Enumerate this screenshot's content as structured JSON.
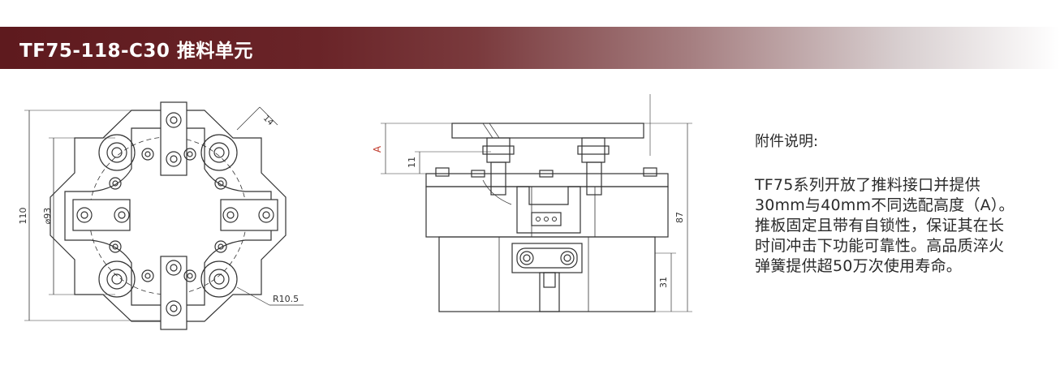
{
  "header": {
    "title": "TF75-118-C30 推料单元"
  },
  "top_view": {
    "dim_overall_height": "110",
    "dim_circle_diameter": "⌀93",
    "dim_corner": "14",
    "dim_radius": "R10.5"
  },
  "side_view": {
    "dim_a": "A",
    "dim_11": "11",
    "dim_87": "87",
    "dim_31": "31"
  },
  "notes": {
    "heading": "附件说明:",
    "body": "TF75系列开放了推料接口并提供30mm与40mm不同选配高度（A）。推板固定且带有自锁性，保证其在长时间冲击下功能可靠性。高品质淬火弹簧提供超50万次使用寿命。"
  },
  "colors": {
    "title_bar": "#5e1a1e",
    "line": "#333333",
    "text": "#2b2b2b"
  },
  "icons": [
    "bolt-head-icon",
    "connector-icon"
  ]
}
